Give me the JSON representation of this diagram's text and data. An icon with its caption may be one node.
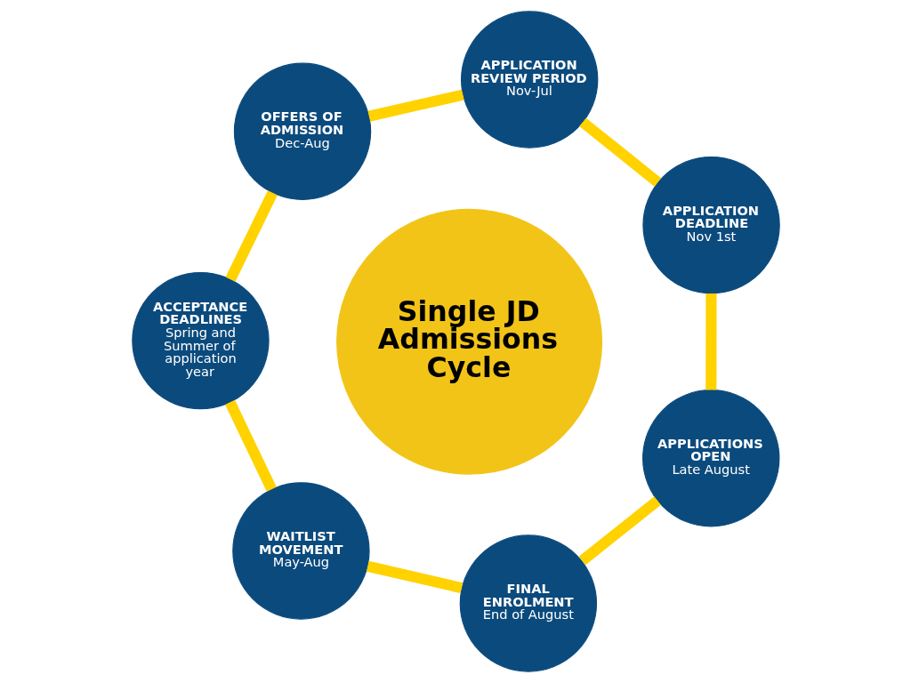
{
  "diagram": {
    "nodes": [
      {
        "text": [
          "Single JD Admissions Cycle"
        ]
      },
      {
        "text": [
          "APPLICATIONS OPEN",
          "Late August"
        ]
      },
      {
        "text": [
          "APPLICATION DEADLINE",
          "Nov 1st"
        ]
      },
      {
        "text": [
          "APPLICATION REVIEW PERIOD",
          "Nov-Jul"
        ]
      },
      {
        "text": [
          "OFFERS OF ADMISSION",
          "Dec-Aug"
        ]
      },
      {
        "text": [
          "ACCEPTANCE DEADLINES",
          "Spring and Summer of application year"
        ]
      },
      {
        "text": [
          "WAITLIST MOVEMENT",
          "May-Aug"
        ]
      },
      {
        "text": [
          "FINAL ENROLMENT",
          "End of August"
        ]
      }
    ],
    "edges": [
      {
        "from": 1,
        "to": 2,
        "arrow": "none"
      },
      {
        "from": 2,
        "to": 3,
        "arrow": "none"
      },
      {
        "from": 3,
        "to": 4,
        "arrow": "none"
      },
      {
        "from": 4,
        "to": 5,
        "arrow": "none"
      },
      {
        "from": 5,
        "to": 6,
        "arrow": "none"
      },
      {
        "from": 6,
        "to": 7,
        "arrow": "none"
      },
      {
        "from": 7,
        "to": 1,
        "arrow": "none"
      }
    ]
  }
}
